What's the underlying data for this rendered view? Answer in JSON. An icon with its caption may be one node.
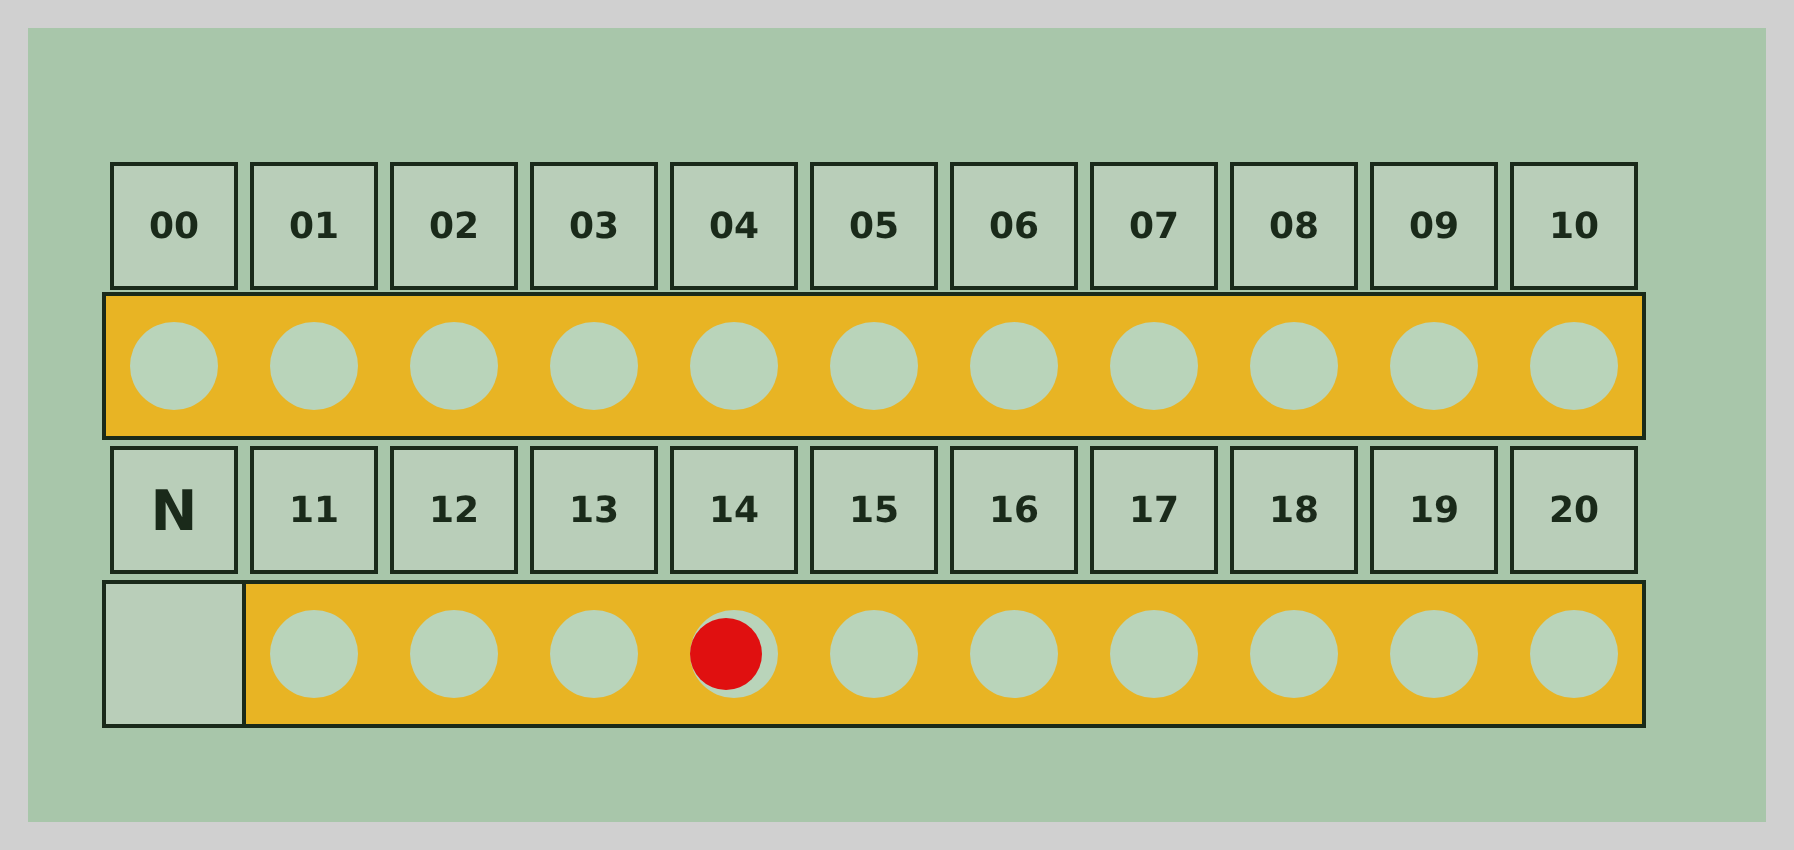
{
  "diagram": {
    "nodes": [
      {
        "text": [
          "00"
        ]
      },
      {
        "text": [
          "01"
        ]
      },
      {
        "text": [
          "02"
        ]
      },
      {
        "text": [
          "03"
        ]
      },
      {
        "text": [
          "04"
        ]
      },
      {
        "text": [
          "05"
        ]
      },
      {
        "text": [
          "06"
        ]
      },
      {
        "text": [
          "07"
        ]
      },
      {
        "text": [
          "08"
        ]
      },
      {
        "text": [
          "09"
        ]
      },
      {
        "text": [
          "10"
        ]
      },
      {
        "text": [
          "N"
        ]
      },
      {
        "text": [
          "11"
        ]
      },
      {
        "text": [
          "12"
        ]
      },
      {
        "text": [
          "13"
        ]
      },
      {
        "text": [
          "14"
        ]
      },
      {
        "text": [
          "15"
        ]
      },
      {
        "text": [
          "16"
        ]
      },
      {
        "text": [
          "17"
        ]
      },
      {
        "text": [
          "18"
        ]
      },
      {
        "text": [
          "19"
        ]
      },
      {
        "text": [
          "20"
        ]
      }
    ]
  }
}
